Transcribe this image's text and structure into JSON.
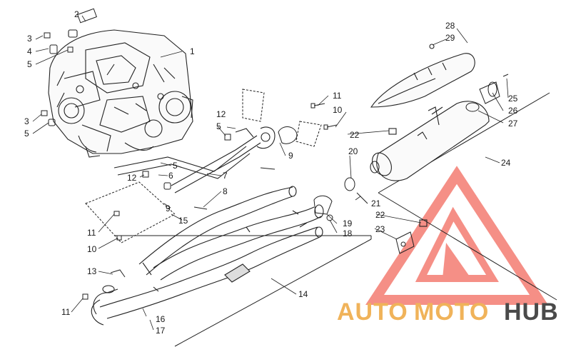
{
  "diagram": {
    "callouts": [
      "1",
      "2",
      "3",
      "4",
      "5",
      "3",
      "5",
      "5",
      "6",
      "12",
      "12",
      "5",
      "7",
      "8",
      "9",
      "9",
      "11",
      "10",
      "11",
      "10",
      "15",
      "13",
      "11",
      "16",
      "17",
      "14",
      "18",
      "19",
      "20",
      "21",
      "22",
      "22",
      "23",
      "24",
      "25",
      "26",
      "27",
      "28",
      "29"
    ]
  },
  "watermark": {
    "text_auto": "AUTO",
    "text_moto": "MOTO",
    "text_hub": "HUB",
    "triangle_color": "#f26a5e",
    "auto_color": "#f0b35a",
    "hub_color": "#4a4a4a"
  }
}
